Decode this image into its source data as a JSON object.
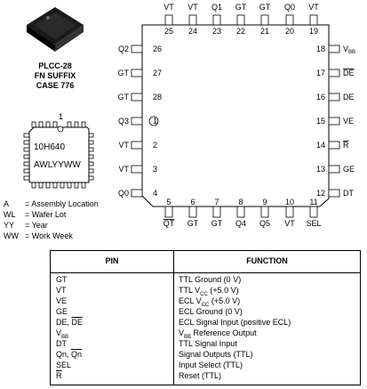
{
  "package": {
    "lines": [
      "PLCC-28",
      "FN SUFFIX",
      "CASE 776"
    ]
  },
  "marking": {
    "pin1_label": "1",
    "line1": "10H640",
    "line2": "AWLYYWW"
  },
  "legend": [
    {
      "key": "A",
      "desc": "= Assembly Location"
    },
    {
      "key": "WL",
      "desc": "= Wafer Lot"
    },
    {
      "key": "YY",
      "desc": "= Year"
    },
    {
      "key": "WW",
      "desc": "= Work Week"
    }
  ],
  "pinout": {
    "top": [
      {
        "name": "VT",
        "num": "25"
      },
      {
        "name": "VT",
        "num": "24"
      },
      {
        "name": "Q1",
        "num": "23"
      },
      {
        "name": "GT",
        "num": "22"
      },
      {
        "name": "GT",
        "num": "21"
      },
      {
        "name": "Q0",
        "num": "20"
      },
      {
        "name": "VT",
        "num": "19"
      }
    ],
    "bottom": [
      {
        "name": "QT",
        "num": "5",
        "overline": true
      },
      {
        "name": "GT",
        "num": "6"
      },
      {
        "name": "GT",
        "num": "7"
      },
      {
        "name": "Q4",
        "num": "8"
      },
      {
        "name": "Q5",
        "num": "9"
      },
      {
        "name": "VT",
        "num": "10"
      },
      {
        "name": "SEL",
        "num": "11"
      }
    ],
    "left": [
      {
        "name": "Q2",
        "num": "26"
      },
      {
        "name": "GT",
        "num": "27"
      },
      {
        "name": "GT",
        "num": "28"
      },
      {
        "name": "Q3",
        "num": "1"
      },
      {
        "name": "VT",
        "num": "2"
      },
      {
        "name": "VT",
        "num": "3"
      },
      {
        "name": "Q0",
        "num": "4"
      }
    ],
    "right": [
      {
        "name": "VBB",
        "sub": "BB",
        "base": "V",
        "num": "18"
      },
      {
        "name": "DE",
        "num": "17",
        "overline": true
      },
      {
        "name": "DE",
        "num": "16"
      },
      {
        "name": "VE",
        "num": "15"
      },
      {
        "name": "R",
        "num": "14",
        "overline": true
      },
      {
        "name": "GE",
        "num": "13"
      },
      {
        "name": "DT",
        "num": "12"
      }
    ]
  },
  "table": {
    "header": {
      "pin": "PIN",
      "function": "FUNCTION"
    },
    "rows": [
      {
        "pin": "GT",
        "fn_pre": "TTL Ground (0 V)"
      },
      {
        "pin": "VT",
        "fn_pre": "TTL V",
        "fn_sub": "CC",
        "fn_post": " (+5.0 V)"
      },
      {
        "pin": "VE",
        "fn_pre": "ECL V",
        "fn_sub": "CC",
        "fn_post": " (+5.0 V)"
      },
      {
        "pin": "GE",
        "fn_pre": "ECL Ground (0 V)"
      },
      {
        "pin_pre": "DE, ",
        "pin_ol": "DE",
        "fn_pre": "ECL Signal Input (positive ECL)"
      },
      {
        "pin_base": "V",
        "pin_sub": "BB",
        "fn_pre": "",
        "fn_sub": "",
        "fn_post": "",
        "fn_vbb_base": "V",
        "fn_vbb_sub": "BB",
        "fn_vbb_post": " Reference Output"
      },
      {
        "pin": "DT",
        "fn_pre": "TTL Signal Input"
      },
      {
        "pin_pre": "Qn, ",
        "pin_ol": "Qn",
        "fn_pre": "Signal Outputs (TTL)"
      },
      {
        "pin": "SEL",
        "fn_pre": "Input Select (TTL)"
      },
      {
        "pin_ol": "R",
        "fn_pre": "Reset (TTL)"
      }
    ]
  }
}
